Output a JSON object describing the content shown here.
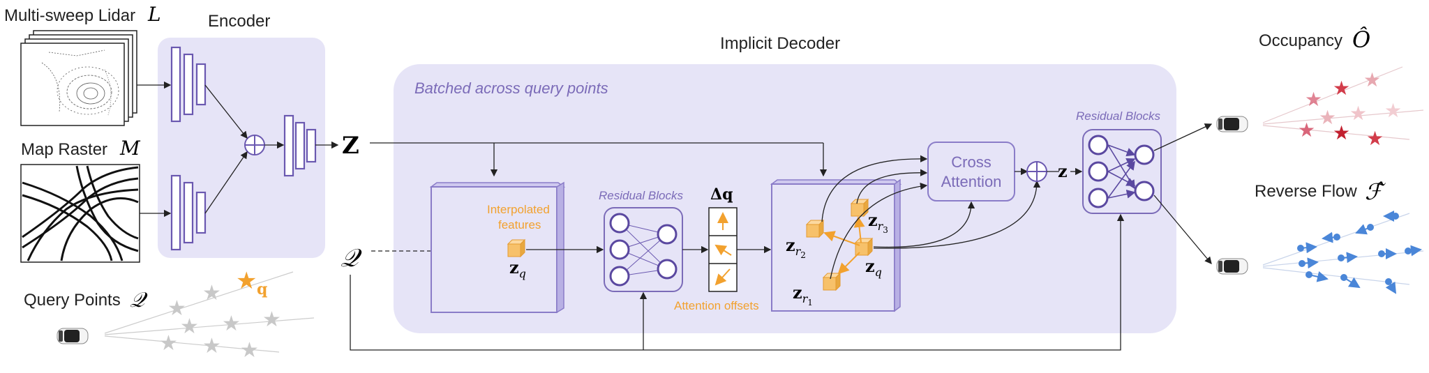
{
  "inputs": {
    "lidar_label": "Multi-sweep Lidar",
    "lidar_symbol": "L",
    "map_label": "Map Raster",
    "map_symbol": "M",
    "query_label": "Query Points",
    "query_symbol": "𝒬",
    "query_star_symbol": "q"
  },
  "encoder": {
    "title": "Encoder"
  },
  "latent": {
    "symbol": "Z"
  },
  "query_symbol_mid": "𝒬",
  "decoder": {
    "title": "Implicit Decoder",
    "batched_label": "Batched across query points",
    "interpolated_label_1": "Interpolated",
    "interpolated_label_2": "features",
    "zq_symbol": "z",
    "zq_sub": "q",
    "residual_blocks_label": "Residual Blocks",
    "delta_q_label": "Δq",
    "attention_offsets_label": "Attention offsets",
    "zr1_symbol": "z",
    "zr1_sub": "r",
    "zr1_subsub": "1",
    "zr2_symbol": "z",
    "zr2_sub": "r",
    "zr2_subsub": "2",
    "zr3_symbol": "z",
    "zr3_sub": "r",
    "zr3_subsub": "3",
    "zq2_symbol": "z",
    "zq2_sub": "q",
    "cross_attention_1": "Cross",
    "cross_attention_2": "Attention",
    "z_out_symbol": "z",
    "residual_blocks_label_2": "Residual Blocks"
  },
  "outputs": {
    "occupancy_label": "Occupancy",
    "occupancy_symbol": "Ô",
    "flow_label": "Reverse Flow",
    "flow_symbol": "ℱ̂"
  },
  "colors": {
    "panel": "#e6e4f7",
    "purple": "#6a58b0",
    "orange": "#f2a12e",
    "red_star": "#d23c4a",
    "blue_arrow": "#4a86d8",
    "gray_star": "#c8c8c8"
  }
}
